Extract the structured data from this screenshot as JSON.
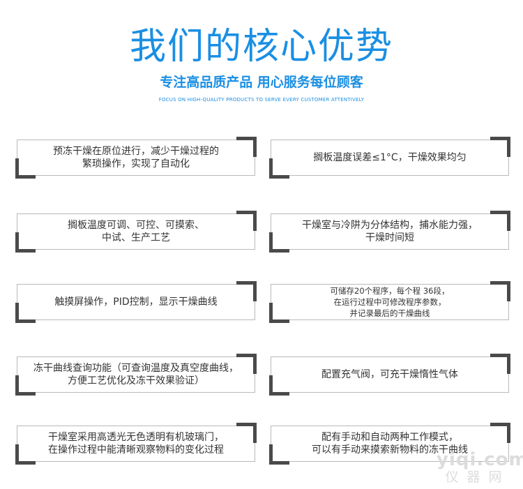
{
  "header": {
    "title": "我们的核心优势",
    "subtitle": "专注高品质产品 用心服务每位顾客",
    "tagline": "FOCUS ON HIGH-QUALITY PRODUCTS TO SERVE EVERY CUSTOMER ATTENTIVELY"
  },
  "features": [
    "预冻干燥在原位进行，减少干燥过程的\n繁琐操作，实现了自动化",
    "搁板温度误差≤1°C，干燥效果均匀",
    "搁板温度可调、可控、可摸索、\n中试、生产工艺",
    "干燥室与冷阱为分体结构，捕水能力强，\n干燥时间短",
    "触摸屏操作，PID控制，显示干燥曲线",
    "可储存20个程序，每个程 36段，\n在运行过程中可修改程序参数，\n并记录最后的干燥曲线",
    "冻干曲线查询功能（可查询温度及真空度曲线，\n方便工艺优化及冻干效果验证）",
    "配置充气阀，可充干燥惰性气体",
    "干燥室采用高透光无色透明有机玻璃门，\n在操作过程中能清晰观察物料的变化过程",
    "配有手动和自动两种工作模式，\n可以有手动来摸索新物料的冻干曲线"
  ],
  "watermark": {
    "top": "yiqi.com",
    "bottom": "仪器网"
  }
}
